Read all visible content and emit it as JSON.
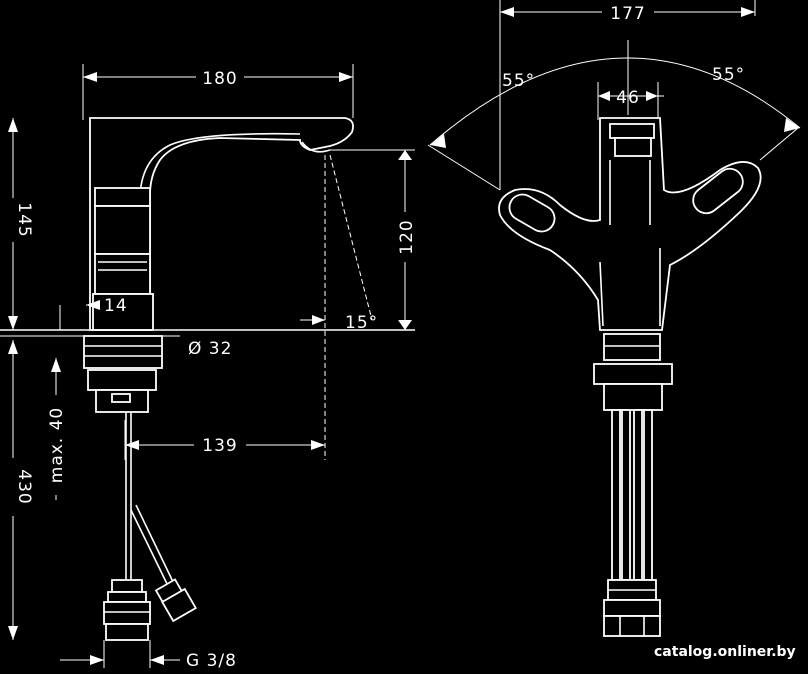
{
  "dimensions": {
    "width_top": "180",
    "height_total": "145",
    "spout_height": "120",
    "angle_label": "15°",
    "hole_diameter": "Ø 32",
    "base_offset": "14",
    "max_thickness": "max. 40",
    "reach": "139",
    "hose_length": "430",
    "thread": "G 3/8",
    "side_width": "177",
    "handle_angle_left": "55°",
    "handle_angle_right": "55°",
    "body_width": "46"
  },
  "watermark": "catalog.onliner.by"
}
